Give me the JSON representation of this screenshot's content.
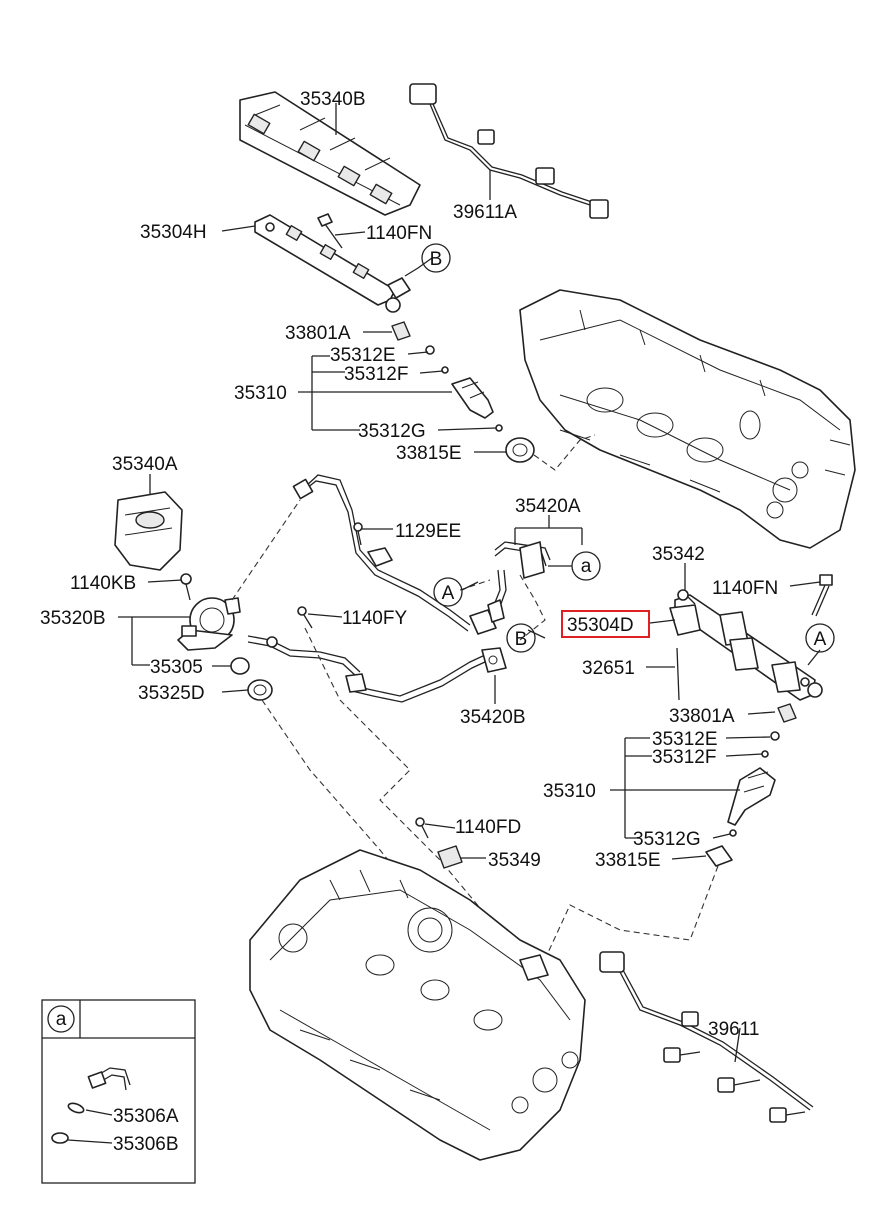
{
  "labels": {
    "l_35340B": "35340B",
    "l_39611A": "39611A",
    "l_35304H": "35304H",
    "l_1140FN_top": "1140FN",
    "l_33801A_top": "33801A",
    "l_35312E_top": "35312E",
    "l_35312F_top": "35312F",
    "l_35310_top": "35310",
    "l_35312G_top": "35312G",
    "l_33815E_top": "33815E",
    "l_35340A": "35340A",
    "l_35420A": "35420A",
    "l_1129EE": "1129EE",
    "l_1140KB": "1140KB",
    "l_35342": "35342",
    "l_1140FN_right": "1140FN",
    "l_35320B": "35320B",
    "l_1140FY": "1140FY",
    "l_35304D": "35304D",
    "l_35305": "35305",
    "l_32651": "32651",
    "l_35325D": "35325D",
    "l_35420B": "35420B",
    "l_33801A_right": "33801A",
    "l_35312E_right": "35312E",
    "l_35312F_right": "35312F",
    "l_35310_right": "35310",
    "l_1140FD": "1140FD",
    "l_35349": "35349",
    "l_35312G_right": "35312G",
    "l_33815E_right": "33815E",
    "l_39611": "39611",
    "l_35306A": "35306A",
    "l_35306B": "35306B"
  },
  "callouts": {
    "a_inset": "a",
    "a_hose": "a",
    "A_left": "A",
    "A_right": "A",
    "B_top": "B",
    "B_mid": "B"
  },
  "highlight_color": "#e02020"
}
